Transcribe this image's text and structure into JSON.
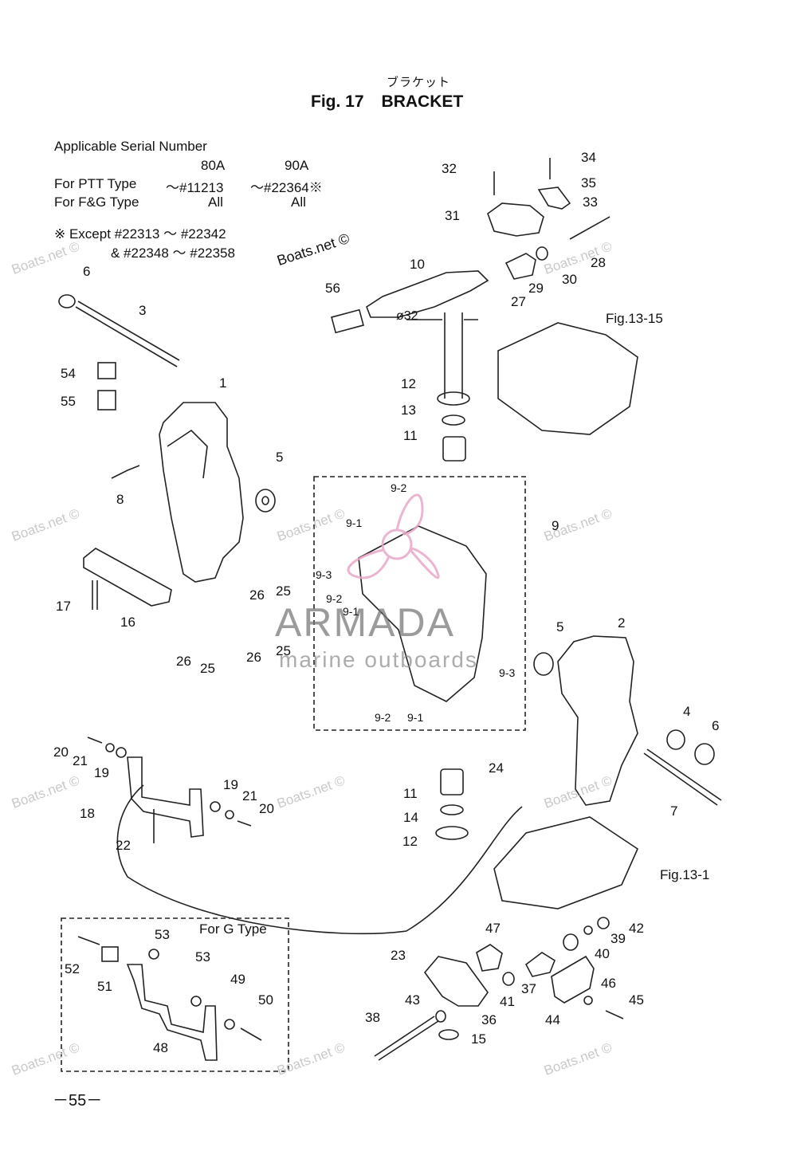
{
  "header": {
    "japanese_title": "ブラケット",
    "fig_label": "Fig. 17",
    "fig_name": "BRACKET"
  },
  "serial_info": {
    "heading": "Applicable Serial Number",
    "col_80a": "80A",
    "col_90a": "90A",
    "ptt_label": "For PTT Type",
    "ptt_80a": "～#11213",
    "ptt_90a": "～#22364※",
    "fg_label": "For F&G Type",
    "fg_80a": "All",
    "fg_90a": "All",
    "except_line1": "※ Except  #22313 ～ #22342",
    "except_line2": "&  #22348 ～ #22358"
  },
  "watermarks": {
    "boatsnet_main": "Boats.net ©",
    "boatsnet_faint": "Boats.net ©",
    "armada": "ARMADA",
    "armada_sub": "marine outboards"
  },
  "references": {
    "fig_13_15": "Fig.13-15",
    "fig_13_1": "Fig.13-1",
    "for_g_type": "For G Type",
    "diameter": "ø32"
  },
  "part_numbers": {
    "p1": "1",
    "p2": "2",
    "p3": "3",
    "p4": "4",
    "p5a": "5",
    "p5b": "5",
    "p6a": "6",
    "p6b": "6",
    "p7": "7",
    "p8": "8",
    "p9": "9",
    "p9_1a": "9-1",
    "p9_1b": "9-1",
    "p9_1c": "9-1",
    "p9_2a": "9-2",
    "p9_2b": "9-2",
    "p9_2c": "9-2",
    "p9_3a": "9-3",
    "p9_3b": "9-3",
    "p10": "10",
    "p11a": "11",
    "p11b": "11",
    "p12a": "12",
    "p12b": "12",
    "p13": "13",
    "p14": "14",
    "p15": "15",
    "p16": "16",
    "p17": "17",
    "p18": "18",
    "p19a": "19",
    "p19b": "19",
    "p20a": "20",
    "p20b": "20",
    "p21a": "21",
    "p21b": "21",
    "p22": "22",
    "p23": "23",
    "p24": "24",
    "p25a": "25",
    "p25b": "25",
    "p25c": "25",
    "p26a": "26",
    "p26b": "26",
    "p26c": "26",
    "p27": "27",
    "p28": "28",
    "p29": "29",
    "p30": "30",
    "p31": "31",
    "p32": "32",
    "p33": "33",
    "p34": "34",
    "p35": "35",
    "p36": "36",
    "p37": "37",
    "p38": "38",
    "p39": "39",
    "p40": "40",
    "p41": "41",
    "p42": "42",
    "p43": "43",
    "p44": "44",
    "p45": "45",
    "p46": "46",
    "p47": "47",
    "p48": "48",
    "p49": "49",
    "p50": "50",
    "p51": "51",
    "p52": "52",
    "p53a": "53",
    "p53b": "53",
    "p54": "54",
    "p55": "55",
    "p56": "56"
  },
  "footer": {
    "page_number": "－55－"
  }
}
